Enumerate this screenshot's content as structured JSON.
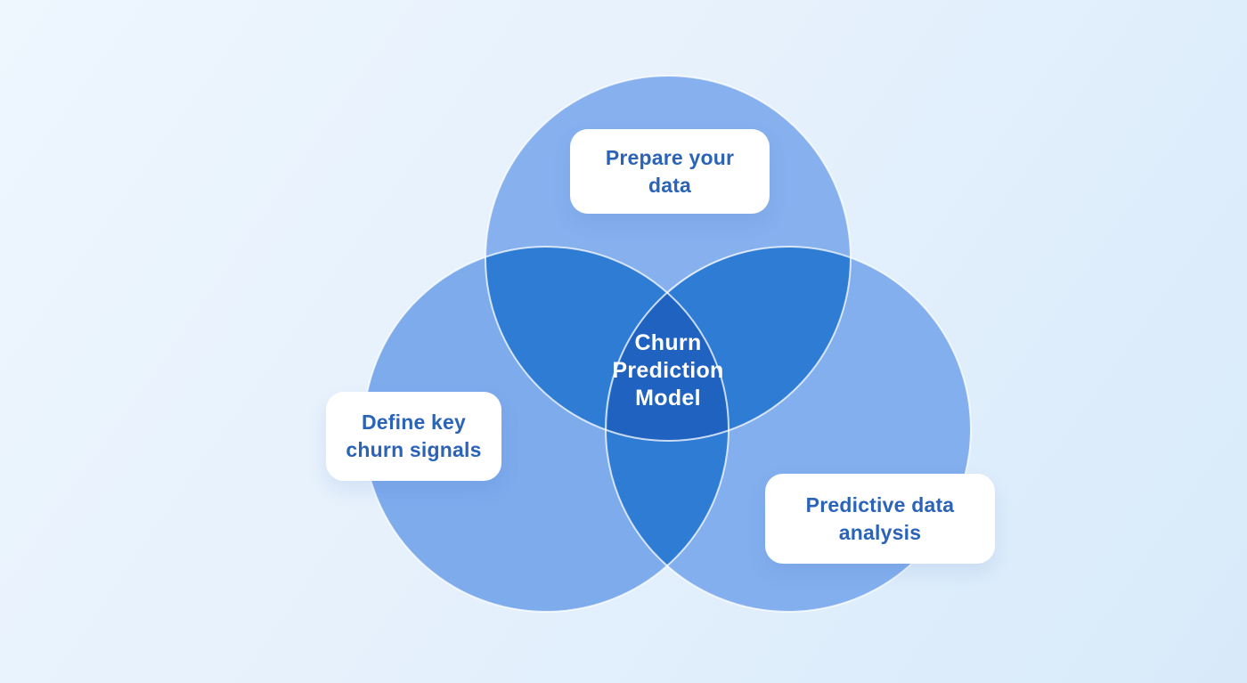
{
  "diagram": {
    "type": "venn-3-circle",
    "center_label": {
      "text": "Churn Prediction Model",
      "line1": "Churn",
      "line2": "Prediction",
      "line3": "Model"
    },
    "sets": [
      {
        "id": "prepare-data",
        "text": "Prepare your data",
        "line1": "Prepare your",
        "line2": "data"
      },
      {
        "id": "churn-signals",
        "text": "Define key churn signals",
        "line1": "Define key",
        "line2": "churn signals"
      },
      {
        "id": "predictive-analysis",
        "text": "Predictive data analysis",
        "line1": "Predictive data",
        "line2": "analysis"
      }
    ],
    "colors": {
      "background_start": "#eef6fe",
      "background_end": "#d8eafa",
      "circle_top": "#86b0ee",
      "circle_left": "#7dabec",
      "circle_right": "#83afee",
      "overlap_double": "#2f7cd5",
      "overlap_triple": "#2062c0",
      "circle_outline": "#ffffff",
      "card_background": "#ffffff",
      "label_text": "#2a63b8",
      "center_text": "#ffffff"
    }
  }
}
